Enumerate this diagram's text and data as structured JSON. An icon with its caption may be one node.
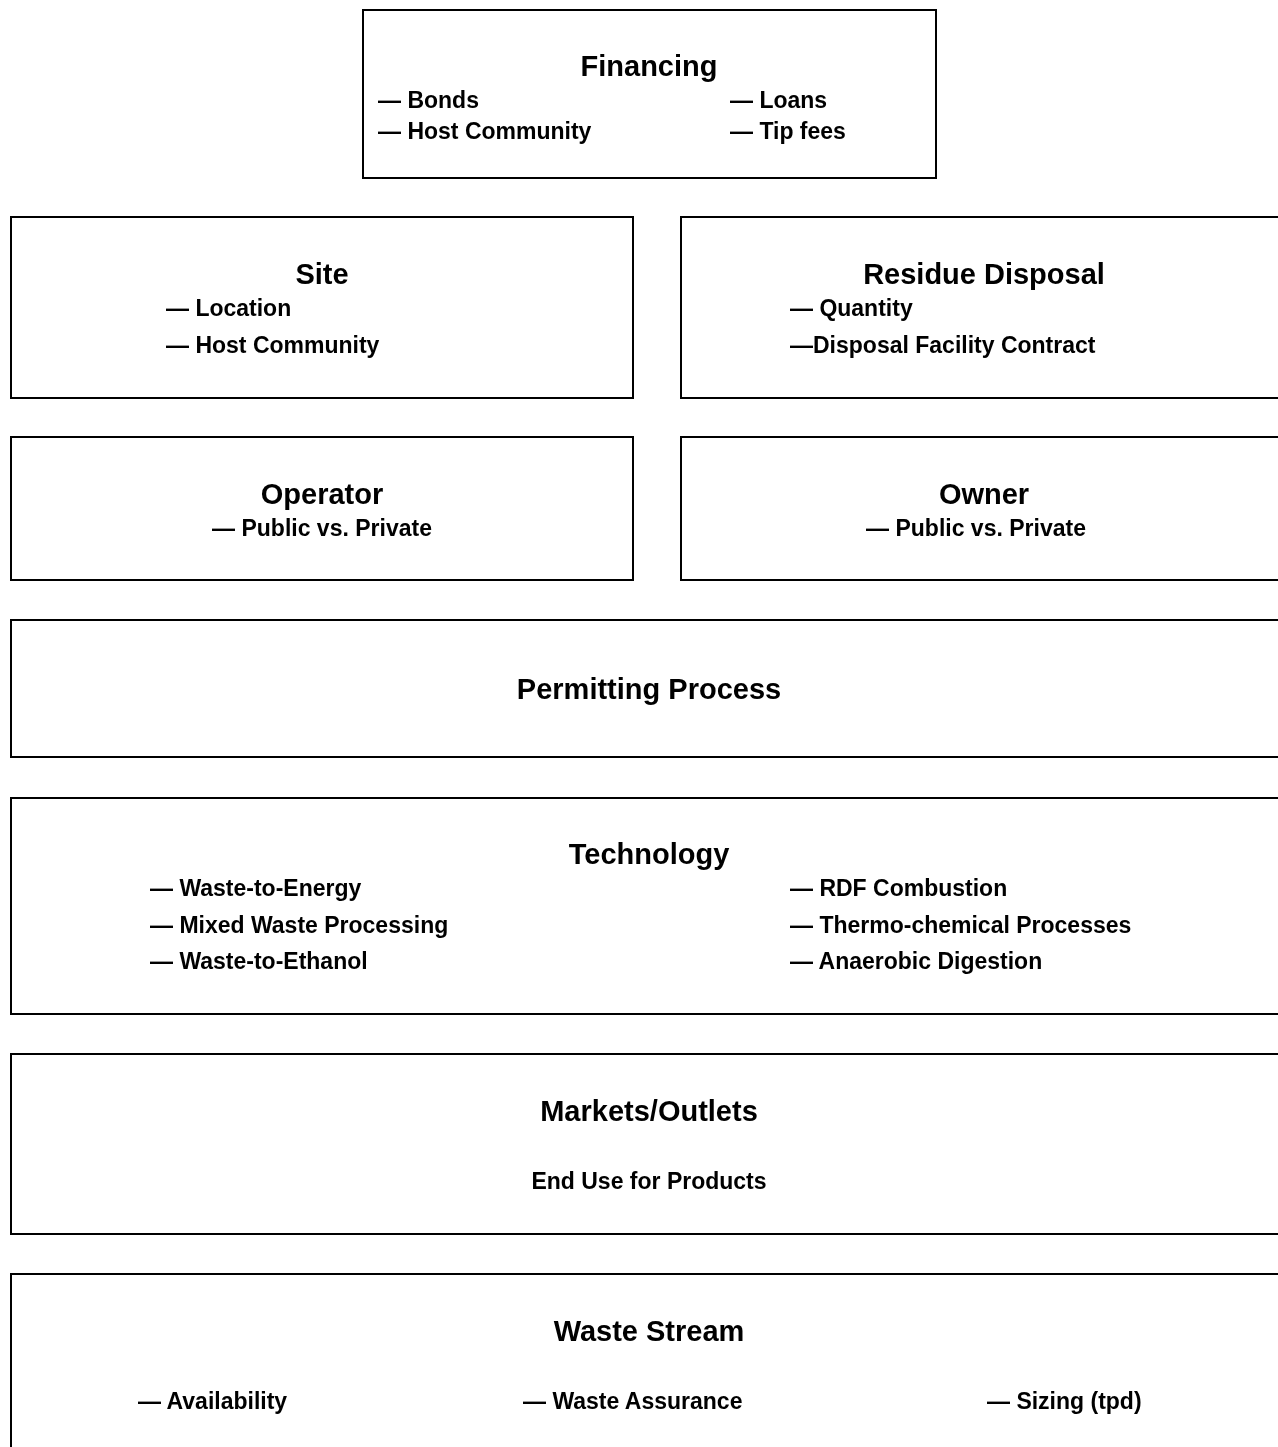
{
  "diagram": {
    "nodes": [
      {
        "text": [
          "Financing",
          "— Bonds",
          "— Host Community",
          "— Loans",
          "— Tip fees"
        ]
      },
      {
        "text": [
          "Site",
          "— Location",
          "— Host Community"
        ]
      },
      {
        "text": [
          "Residue Disposal",
          "— Quantity",
          "—Disposal Facility Contract"
        ]
      },
      {
        "text": [
          "Operator",
          "— Public vs. Private"
        ]
      },
      {
        "text": [
          "Owner",
          "— Public vs. Private"
        ]
      },
      {
        "text": [
          "Permitting Process"
        ]
      },
      {
        "text": [
          "Technology",
          "— Waste-to-Energy",
          "— Mixed Waste Processing",
          "— Waste-to-Ethanol",
          "— RDF Combustion",
          "— Thermo-chemical Processes",
          "— Anaerobic Digestion"
        ]
      },
      {
        "text": [
          "Markets/Outlets",
          "End Use for Products"
        ]
      },
      {
        "text": [
          "Waste Stream",
          "— Availability",
          "— Waste Assurance",
          "— Sizing (tpd)"
        ]
      }
    ]
  }
}
